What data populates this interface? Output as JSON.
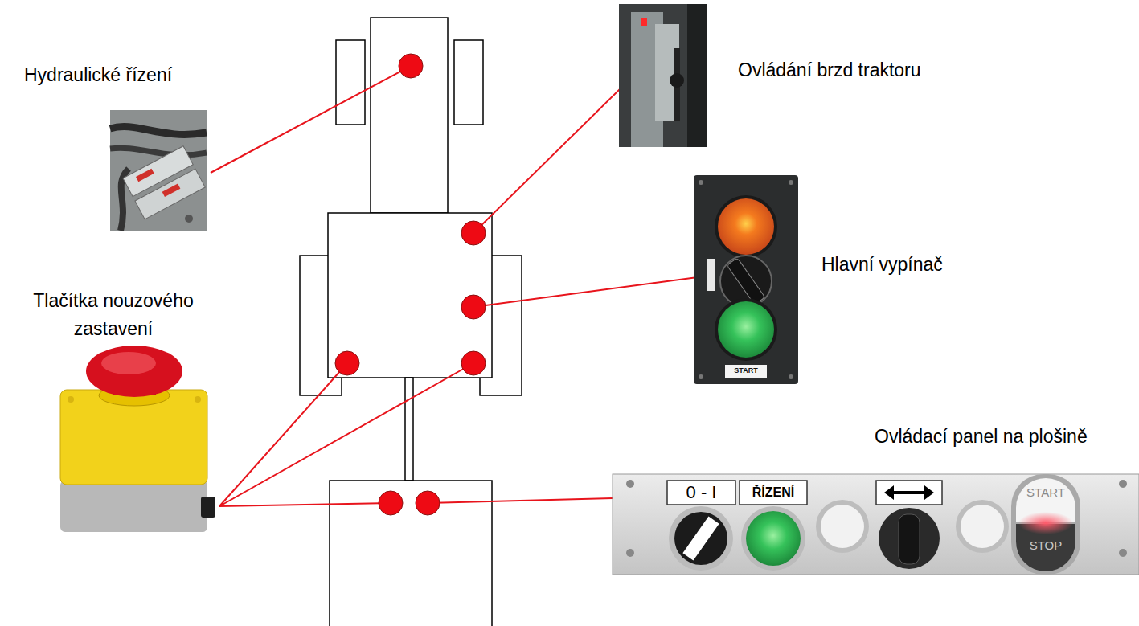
{
  "diagram": {
    "labels": [
      "Hydraulické řízení",
      "Ovládání brzd traktoru",
      "Hlavní vypínač",
      "START",
      "Tlačítka nouzového zastavení",
      "Ovládací panel na plošině",
      "0 - I",
      "ŘÍZENÍ",
      "START",
      "STOP"
    ]
  }
}
